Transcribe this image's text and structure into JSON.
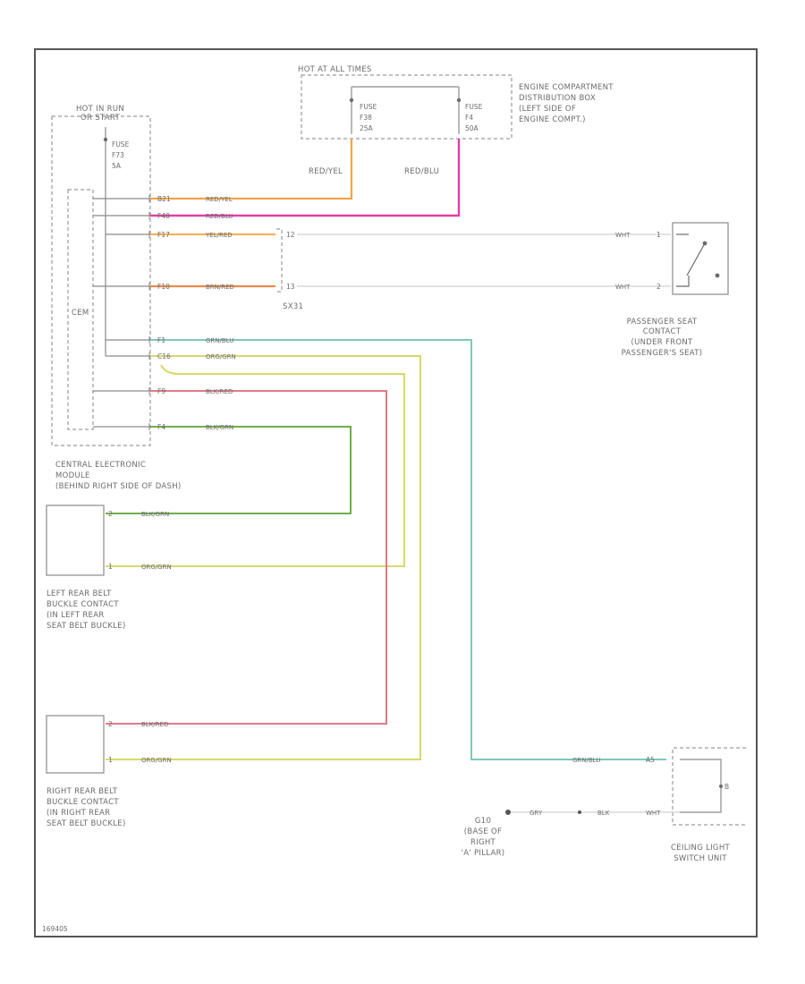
{
  "hot_in_run": {
    "line1": "HOT IN RUN",
    "line2": "OR START"
  },
  "module_fuse": {
    "l1": "FUSE",
    "l2": "F73",
    "l3": "5A"
  },
  "hot_at_all_times": "HOT AT ALL TIMES",
  "fuse_f38": {
    "l1": "FUSE",
    "l2": "F38",
    "l3": "25A"
  },
  "fuse_f4": {
    "l1": "FUSE",
    "l2": "F4",
    "l3": "50A"
  },
  "engine_box": {
    "l1": "ENGINE COMPARTMENT",
    "l2": "DISTRIBUTION BOX",
    "l3": "(LEFT SIDE OF",
    "l4": "ENGINE COMPT.)"
  },
  "wires_top": {
    "red_yel": "RED/YEL",
    "red_blu": "RED/BLU"
  },
  "cem_label": "CEM",
  "pins": {
    "p1": "B21",
    "p2": "F40",
    "p3": "F17",
    "p4": "F10",
    "p5": "F1",
    "p6": "C16",
    "p7": "F9",
    "p8": "F4"
  },
  "wire_labels": {
    "w1": "RED/YEL",
    "w2": "RED/BLU",
    "w3": "YEL/RED",
    "w4": "BRN/RED",
    "w5": "GRN/BLU",
    "w6": "ORG/GRN",
    "w7": "BLK/RED",
    "w8": "BLK/GRN"
  },
  "splice": {
    "a": "12",
    "b": "13",
    "label": "SX31"
  },
  "wht": "WHT",
  "seat_pins": {
    "a": "1",
    "b": "2"
  },
  "passenger_seat": {
    "l1": "PASSENGER SEAT",
    "l2": "CONTACT",
    "l3": "(UNDER FRONT",
    "l4": "PASSENGER'S SEAT)"
  },
  "cem_desc": {
    "l1": "CENTRAL ELECTRONIC",
    "l2": "MODULE",
    "l3": "(BEHIND RIGHT SIDE OF DASH)"
  },
  "left_buckle_wires": {
    "a": "BLK/GRN",
    "b": "ORG/GRN"
  },
  "left_buckle_pins": {
    "a": "2",
    "b": "1"
  },
  "left_buckle": {
    "l1": "LEFT REAR BELT",
    "l2": "BUCKLE CONTACT",
    "l3": "(IN LEFT REAR",
    "l4": "SEAT BELT BUCKLE)"
  },
  "right_buckle_wires": {
    "a": "BLK/RED",
    "b": "ORG/GRN"
  },
  "right_buckle_pins": {
    "a": "2",
    "b": "1"
  },
  "right_buckle": {
    "l1": "RIGHT REAR BELT",
    "l2": "BUCKLE CONTACT",
    "l3": "(IN RIGHT REAR",
    "l4": "SEAT BELT BUCKLE)"
  },
  "ceiling_wire": "GRN/BLU",
  "ceiling_pins": {
    "a": "A5",
    "b": "B"
  },
  "ground_wires": {
    "a": "GRY",
    "b": "BLK",
    "c": "WHT"
  },
  "ground": {
    "id": "G10",
    "l1": "(BASE OF",
    "l2": "RIGHT",
    "l3": "'A' PILLAR)"
  },
  "ceiling_unit": {
    "l1": "CEILING LIGHT",
    "l2": "SWITCH UNIT"
  },
  "footer_code": "169405",
  "colors": {
    "orange": "#f5a24a",
    "magenta": "#e040a8",
    "yel_red": "#f2b25a",
    "brn_red": "#e98a48",
    "teal": "#7ec9b8",
    "yellow": "#d8d86a",
    "pink": "#e07a86",
    "green": "#6fae4e",
    "frame": "#555555"
  }
}
